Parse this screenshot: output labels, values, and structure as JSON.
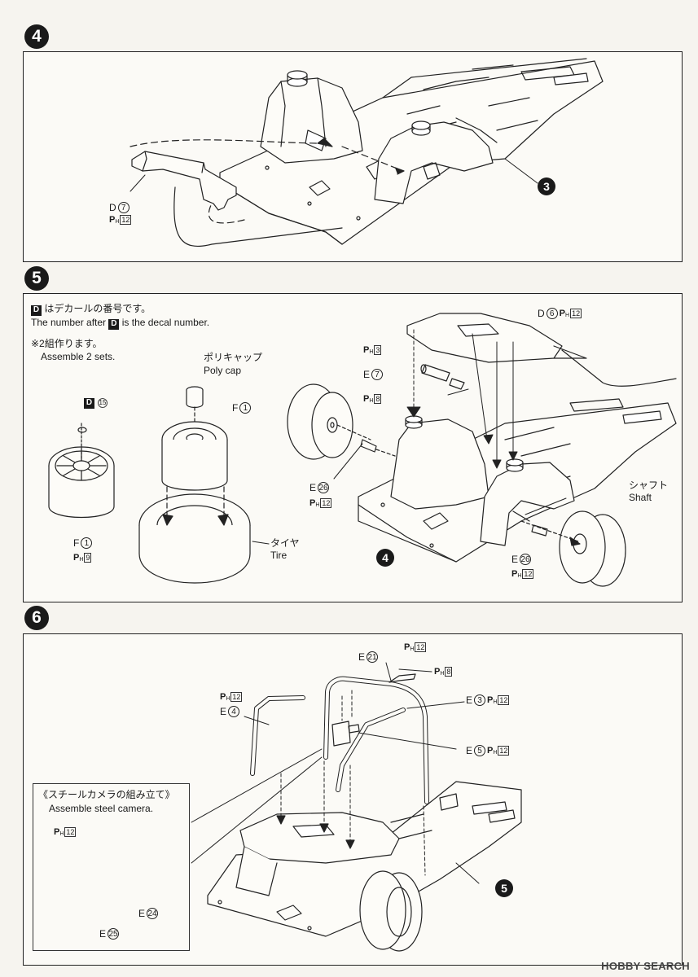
{
  "steps": {
    "s4": "4",
    "s5": "5",
    "s6": "6"
  },
  "step4": {
    "d7_letter": "D",
    "d7_num": "7",
    "d7_p": "12",
    "ref3": "3"
  },
  "step5": {
    "note_ja": "はデカールの番号です。",
    "note_en_pre": "The number after",
    "note_en_post": "is the decal number.",
    "decal_letter": "D",
    "make2_ja": "※2組作ります。",
    "make2_en": "Assemble 2 sets.",
    "polycap_ja": "ポリキャップ",
    "polycap_en": "Poly cap",
    "decal15": "15",
    "f1_letter": "F",
    "f1_num": "1",
    "f1b_p": "9",
    "tire_ja": "タイヤ",
    "tire_en": "Tire",
    "d6_letter": "D",
    "d6_num": "6",
    "d6_p": "12",
    "p3": "3",
    "e7_letter": "E",
    "e7_num": "7",
    "p8": "8",
    "e26_letter": "E",
    "e26_num": "26",
    "e26_p": "12",
    "shaft_ja": "シャフト",
    "shaft_en": "Shaft",
    "ref4": "4"
  },
  "step6": {
    "e21_letter": "E",
    "e21_num": "21",
    "e21_p": "12",
    "p8": "8",
    "e4_p": "12",
    "e4_letter": "E",
    "e4_num": "4",
    "e3_letter": "E",
    "e3_num": "3",
    "e3_p": "12",
    "e5_letter": "E",
    "e5_num": "5",
    "e5_p": "12",
    "camera_ja": "《スチールカメラの組み立て》",
    "camera_en": "Assemble steel camera.",
    "cam_p": "12",
    "e24_letter": "E",
    "e24_num": "24",
    "e25_letter": "E",
    "e25_num": "25",
    "ref5": "5"
  },
  "watermark": "HOBBY SEARCH",
  "pcode": {
    "p": "P",
    "h": "H"
  }
}
